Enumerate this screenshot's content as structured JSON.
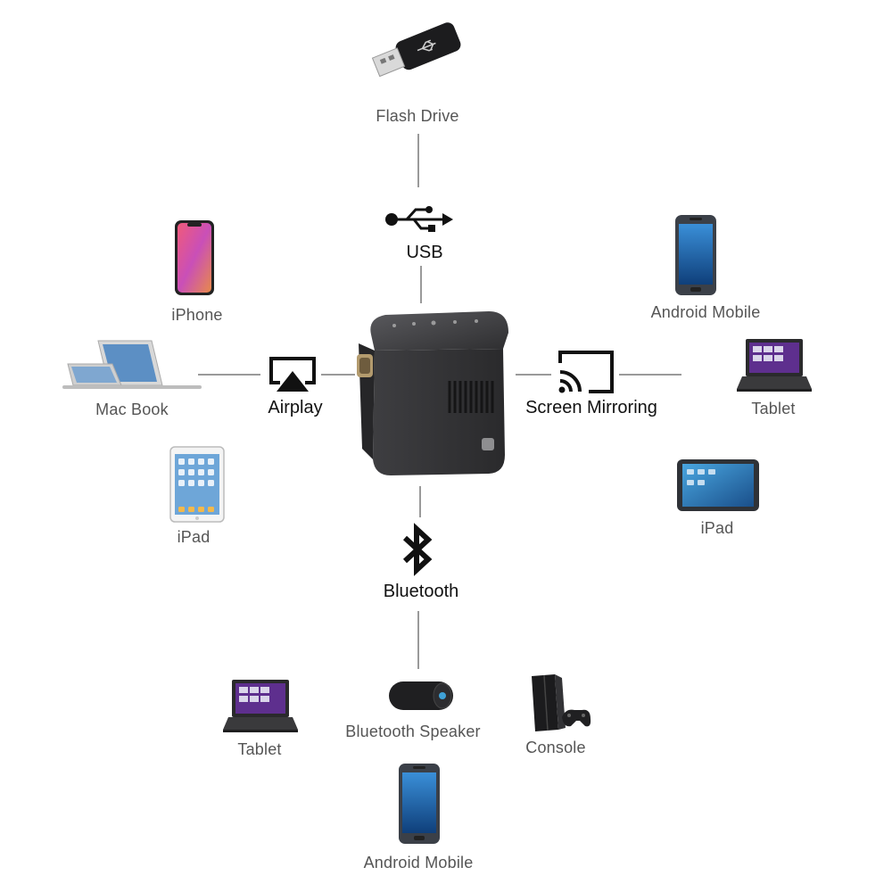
{
  "connections": {
    "usb": {
      "label": "USB",
      "icon": "usb-icon"
    },
    "airplay": {
      "label": "Airplay",
      "icon": "airplay-icon"
    },
    "screen_mirroring": {
      "label": "Screen Mirroring",
      "icon": "cast-icon"
    },
    "bluetooth": {
      "label": "Bluetooth",
      "icon": "bluetooth-icon"
    }
  },
  "devices": {
    "flash_drive": "Flash Drive",
    "iphone": "iPhone",
    "mac_book": "Mac Book",
    "ipad_left": "iPad",
    "android_top": "Android Mobile",
    "tablet_right": "Tablet",
    "ipad_right": "iPad",
    "tablet_bottom": "Tablet",
    "bluetooth_speaker": "Bluetooth Speaker",
    "console": "Console",
    "android_bottom": "Android Mobile"
  },
  "colors": {
    "line": "#9a9a9a",
    "projector_body": "#3a3a3c",
    "label_gray": "#555555",
    "hub_label": "#111111"
  }
}
